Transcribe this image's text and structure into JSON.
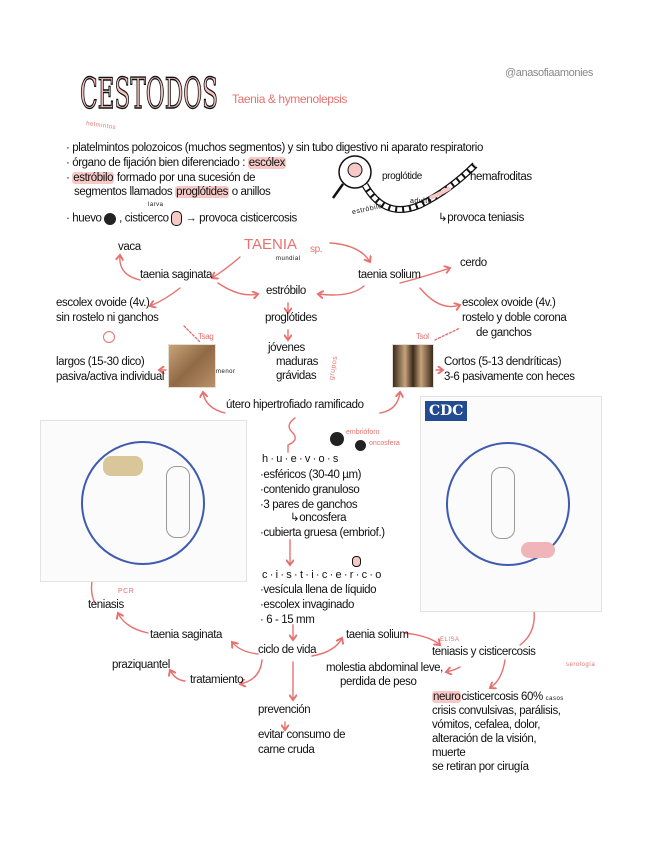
{
  "header": {
    "title": "CESTODOS",
    "subtitle": "Taenia & hymenolepsis",
    "title_note": "helmintos",
    "author": "@anasofiaamonies"
  },
  "intro": {
    "bullets": [
      "· platelmintos polozoicos (muchos segmentos) y sin tubo digestivo ni aparato respiratorio",
      "· órgano de fijación bien diferenciado :",
      "formado por una sucesión de",
      "segmentos llamados",
      "o anillos"
    ],
    "escolex": "escólex",
    "estrobilo": "estróbilo",
    "proglotides": "proglótides",
    "huevo": "· huevo",
    "cisticerco": ", cisticerco",
    "larva": "larva",
    "provoca_cisticercosis": "→ provoca cisticercosis",
    "worm_labels": {
      "proglotide": "proglótide",
      "hemafroditas": "hemafroditas",
      "estrobilo": "estróbilo",
      "adulto": "adulto",
      "provoca_teniasis": "↳provoca teniasis"
    }
  },
  "taenia": {
    "title": "TAENIA",
    "sp": "sp.",
    "mundial": "mundial",
    "vaca": "vaca",
    "cerdo": "cerdo",
    "saginata": "taenia saginata",
    "solium": "taenia solium",
    "estrobilo": "estróbilo",
    "proglotides": "proglótides",
    "stages": [
      "jóvenes",
      "maduras",
      "grávidas"
    ],
    "grupos": "grupos",
    "utero": "útero hipertrofiado ramificado",
    "left": {
      "escolex": [
        "escolex ovoide (4v.)",
        "sin rostelo ni ganchos"
      ],
      "label": "Tsag",
      "proglotides": [
        "largos (15-30 dico)",
        "pasiva/activa individual"
      ],
      "menor": "menor"
    },
    "right": {
      "escolex": [
        "escolex ovoide (4v.)",
        "rostelo y doble corona",
        "de ganchos"
      ],
      "label": "Tsol",
      "proglotides": [
        "Cortos (5-13 dendríticas)",
        "3-6 pasivamente con heces"
      ]
    }
  },
  "huevos": {
    "title": "h · u · e · v · o · s",
    "embrioforo": "embrióforo",
    "oncosfera": "oncosfera",
    "items": [
      "·esféricos (30-40 µm)",
      "·contenido granuloso",
      "·3 pares de ganchos",
      "↳oncosfera",
      "·cubierta gruesa (embriof.)"
    ]
  },
  "cisticerco": {
    "title": "c · i · s · t · i · c · e · r · c · o",
    "items": [
      "·vesícula llena de líquido",
      "·escolex invaginado",
      "· 6 - 15 mm"
    ]
  },
  "cdc": {
    "logo": "CDC"
  },
  "ciclo": {
    "center": "ciclo de vida",
    "saginata": "taenia saginata",
    "solium": "taenia solium",
    "teniasis": "teniasis",
    "pcr": "PCR",
    "tratamiento": "tratamiento",
    "praziquantel": "praziquantel",
    "prevencion": "prevención",
    "prevencion_text": [
      "evitar consumo de",
      "carne cruda"
    ],
    "teniasis_cisticercosis": "teniasis y cisticercosis",
    "elisa": "ELISA",
    "serologia": "serología",
    "sintomas": [
      "molestia abdominal leve,",
      "perdida de peso"
    ],
    "neuro": "neuro",
    "neuro_rest": "cisticercosis 60%",
    "casos": "casos",
    "neuro_items": [
      "crisis convulsivas, parálisis,",
      "vómitos, cefalea, dolor,",
      "alteración de la visión,",
      "muerte",
      "se retiran por cirugía"
    ]
  },
  "colors": {
    "accent": "#e8716f",
    "highlight": "#f6c9c7",
    "text": "#111111",
    "cdc_blue": "#234b92"
  }
}
